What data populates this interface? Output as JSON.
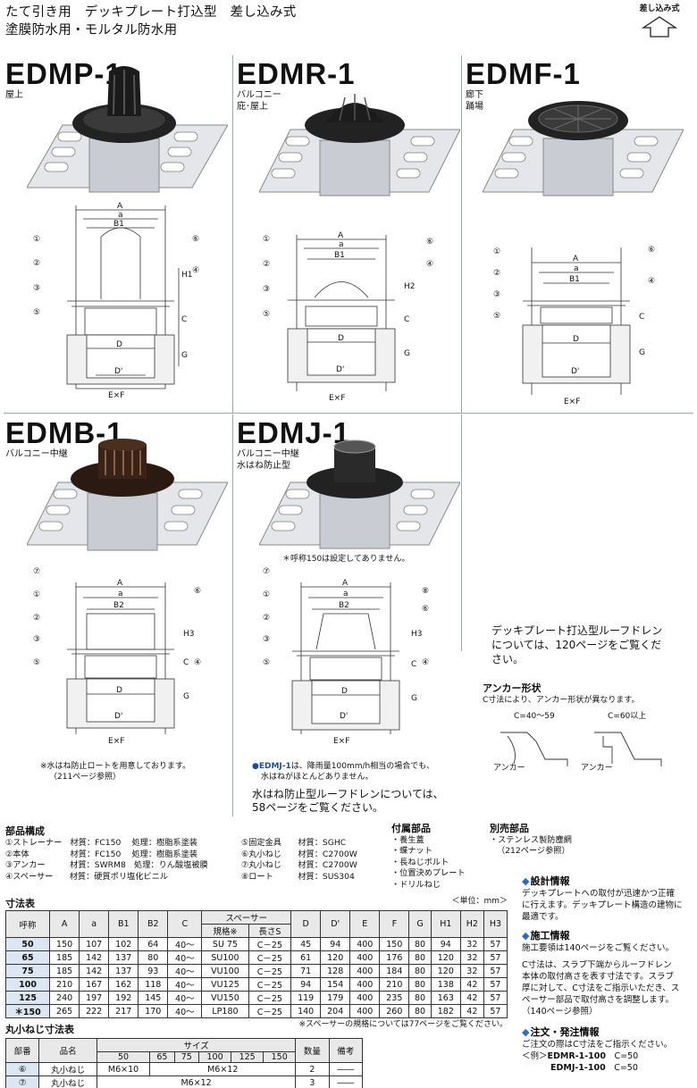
{
  "header": {
    "line1": "たて引き用　デッキプレート打込型　差し込み式",
    "line2": "塗膜防水用・モルタル防水用"
  },
  "tag": {
    "label": "差し込み式"
  },
  "products": [
    {
      "id": "p1",
      "title": "EDMP-1",
      "sub1": "屋上",
      "sub2": ""
    },
    {
      "id": "p2",
      "title": "EDMR-1",
      "sub1": "バルコニー",
      "sub2": "庇･屋上"
    },
    {
      "id": "p3",
      "title": "EDMF-1",
      "sub1": "廊下",
      "sub2": "踊場"
    },
    {
      "id": "p4",
      "title": "EDMB-1",
      "sub1": "バルコニー中継",
      "sub2": ""
    },
    {
      "id": "p5",
      "title": "EDMJ-1",
      "sub1": "バルコニー中継",
      "sub2": "水はね防止型"
    }
  ],
  "dims": {
    "A": "A",
    "a": "a",
    "B1": "B1",
    "B2": "B2",
    "D": "D",
    "Dp": "D'",
    "EF": "E×F",
    "H1": "H1",
    "H2": "H2",
    "H3": "H3",
    "C": "C",
    "S": "S",
    "G": "G",
    "c1": "①",
    "c2": "②",
    "c3": "③",
    "c4": "④",
    "c5": "⑤",
    "c6": "⑥",
    "c7": "⑦",
    "c8": "⑧"
  },
  "notes": {
    "edmj_150": "＊呼称150は設定してありません。",
    "edmb_water": "※水はね防止ロートを用意しております。",
    "edmb_ref": "（211ページ参照）",
    "edmj_info_1": "は、降雨量100mm/h相当の場合でも、",
    "edmj_info_bold": "●EDMJ-1",
    "edmj_info_2": "水はねがほとんどありません。",
    "splash_1": "水はね防止型ルーフドレンについては、",
    "splash_2": "58ページをご覧ください。",
    "deck_1": "デッキプレート打込型ルーフドレン",
    "deck_2": "については、120ページをご覧くだ",
    "deck_3": "さい。"
  },
  "anchor": {
    "title": "アンカー形状",
    "sub": "C寸法により、アンカー形状が異なります。",
    "left": "C=40～59",
    "right": "C=60以上",
    "label": "アンカー"
  },
  "parts": {
    "title": "部品構成",
    "col1": [
      "①ストレーナー　材質：FC150　 処理：樹脂系塗装",
      "②本体　　　　　材質：FC150　 処理：樹脂系塗装",
      "③アンカー　　　材質：SWRM8　処理：りん酸塩被膜",
      "④スペーサー　　材質：硬質ポリ塩化ビニル"
    ],
    "col2": [
      "⑤固定金具　　材質：SGHC",
      "⑥丸小ねじ　　材質：C2700W",
      "⑦丸小ねじ　　材質：C2700W",
      "⑧ロート　　　材質：SUS304"
    ]
  },
  "accessory": {
    "title": "付属部品",
    "items": [
      "・養生蓋",
      "・蝶ナット",
      "・長ねじボルト",
      "・位置決めプレート",
      "・ドリルねじ"
    ]
  },
  "sold": {
    "title": "別売部品",
    "items": [
      "・ステンレス製防塵網",
      "（212ページ参照）"
    ]
  },
  "dim_table": {
    "title": "寸法表",
    "unit": "＜単位：mm＞",
    "head1": [
      "呼称",
      "A",
      "a",
      "B1",
      "B2",
      "C",
      "スペーサー",
      "D",
      "D'",
      "E",
      "F",
      "G",
      "H1",
      "H2",
      "H3"
    ],
    "head2": [
      "規格※",
      "長さS"
    ],
    "rows": [
      [
        "50",
        "150",
        "107",
        "102",
        "64",
        "40～",
        "SU 75",
        "C－25",
        "45",
        "94",
        "400",
        "150",
        "80",
        "94",
        "32",
        "57"
      ],
      [
        "65",
        "185",
        "142",
        "137",
        "80",
        "40～",
        "SU100",
        "C－25",
        "61",
        "120",
        "400",
        "176",
        "80",
        "120",
        "32",
        "57"
      ],
      [
        "75",
        "185",
        "142",
        "137",
        "93",
        "40～",
        "VU100",
        "C－25",
        "71",
        "128",
        "400",
        "184",
        "80",
        "120",
        "32",
        "57"
      ],
      [
        "100",
        "210",
        "167",
        "162",
        "118",
        "40～",
        "VU125",
        "C－25",
        "94",
        "154",
        "400",
        "210",
        "80",
        "138",
        "42",
        "57"
      ],
      [
        "125",
        "240",
        "197",
        "192",
        "145",
        "40～",
        "VU150",
        "C－25",
        "119",
        "179",
        "400",
        "235",
        "80",
        "163",
        "42",
        "57"
      ],
      [
        "＊150",
        "265",
        "222",
        "217",
        "170",
        "40～",
        "LP180",
        "C－25",
        "140",
        "204",
        "400",
        "260",
        "80",
        "182",
        "42",
        "57"
      ]
    ],
    "footnote": "※スペーサーの規格については77ページをご覧ください。"
  },
  "screw_table": {
    "title": "丸小ねじ寸法表",
    "h": [
      "部番",
      "品名",
      "サイズ",
      "数量",
      "備考"
    ],
    "sizes": [
      "50",
      "65",
      "75",
      "100",
      "125",
      "150"
    ],
    "rows": [
      {
        "no": "⑥",
        "name": "丸小ねじ",
        "s1": "M6×10",
        "s2": "M6×12",
        "qty": "2",
        "note": "――"
      },
      {
        "no": "⑦",
        "name": "丸小ねじ",
        "s1": "",
        "s2": "M6×12",
        "qty": "3",
        "note": "――"
      }
    ]
  },
  "info": {
    "design_h": "設計情報",
    "design_p": [
      "デッキプレートへの取付が迅速かつ正確",
      "に行えます。デッキプレート構造の建物に",
      "最適です。"
    ],
    "work_h": "施工情報",
    "work_p1": "施工要領は140ページをご覧ください。",
    "work_p2": [
      "C寸法は、スラブ下端からルーフドレン",
      "本体の取付高さを表す寸法です。スラブ",
      "厚に対して、C寸法をご指示いただき、ス",
      "ペーサー部品で取付高さを調整します。",
      "（140ページ参照）"
    ],
    "order_h": "注文・発注情報",
    "order_p": "ご注文の際はC寸法をご指示ください。",
    "ex_label": "＜例＞",
    "ex1": "EDMR-1-100",
    "ex1v": "C=50",
    "ex2": "EDMJ-1-100",
    "ex2v": "C=50"
  }
}
